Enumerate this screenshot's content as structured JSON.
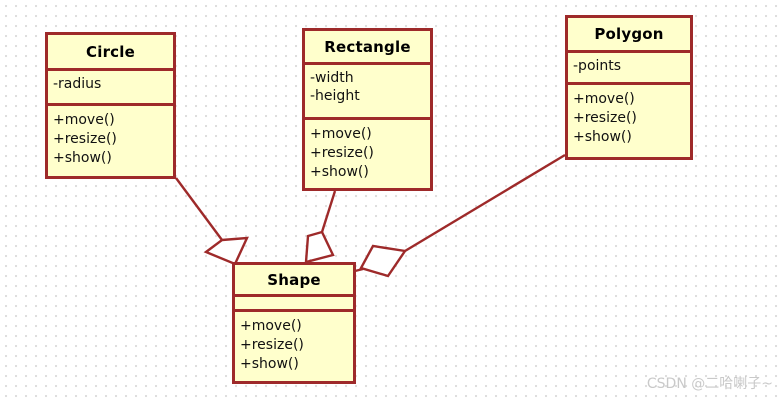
{
  "diagram": {
    "type": "uml-class-diagram",
    "style": {
      "box_fill": "#ffffcc",
      "box_border": "#9e2a2a",
      "link_color": "#9e2a2a",
      "canvas_background": "#ffffff",
      "grid_dot_color": "#dcdcdc",
      "watermark_color": "#c9c9c9"
    },
    "classes": [
      {
        "id": "circle",
        "name": "Circle",
        "attributes": [
          "-radius"
        ],
        "methods": [
          "+move()",
          "+resize()",
          "+show()"
        ]
      },
      {
        "id": "rectangle",
        "name": "Rectangle",
        "attributes": [
          "-width",
          "-height"
        ],
        "methods": [
          "+move()",
          "+resize()",
          "+show()"
        ]
      },
      {
        "id": "polygon",
        "name": "Polygon",
        "attributes": [
          "-points"
        ],
        "methods": [
          "+move()",
          "+resize()",
          "+show()"
        ]
      },
      {
        "id": "shape",
        "name": "Shape",
        "attributes": [],
        "methods": [
          "+move()",
          "+resize()",
          "+show()"
        ]
      }
    ],
    "relationships": [
      {
        "id": "circle-shape",
        "type": "generalization",
        "from": "Circle",
        "to": "Shape"
      },
      {
        "id": "rectangle-shape",
        "type": "generalization",
        "from": "Rectangle",
        "to": "Shape"
      },
      {
        "id": "polygon-shape",
        "type": "generalization",
        "from": "Polygon",
        "to": "Shape"
      }
    ]
  },
  "watermark": {
    "text": "CSDN @二哈喇子~"
  }
}
